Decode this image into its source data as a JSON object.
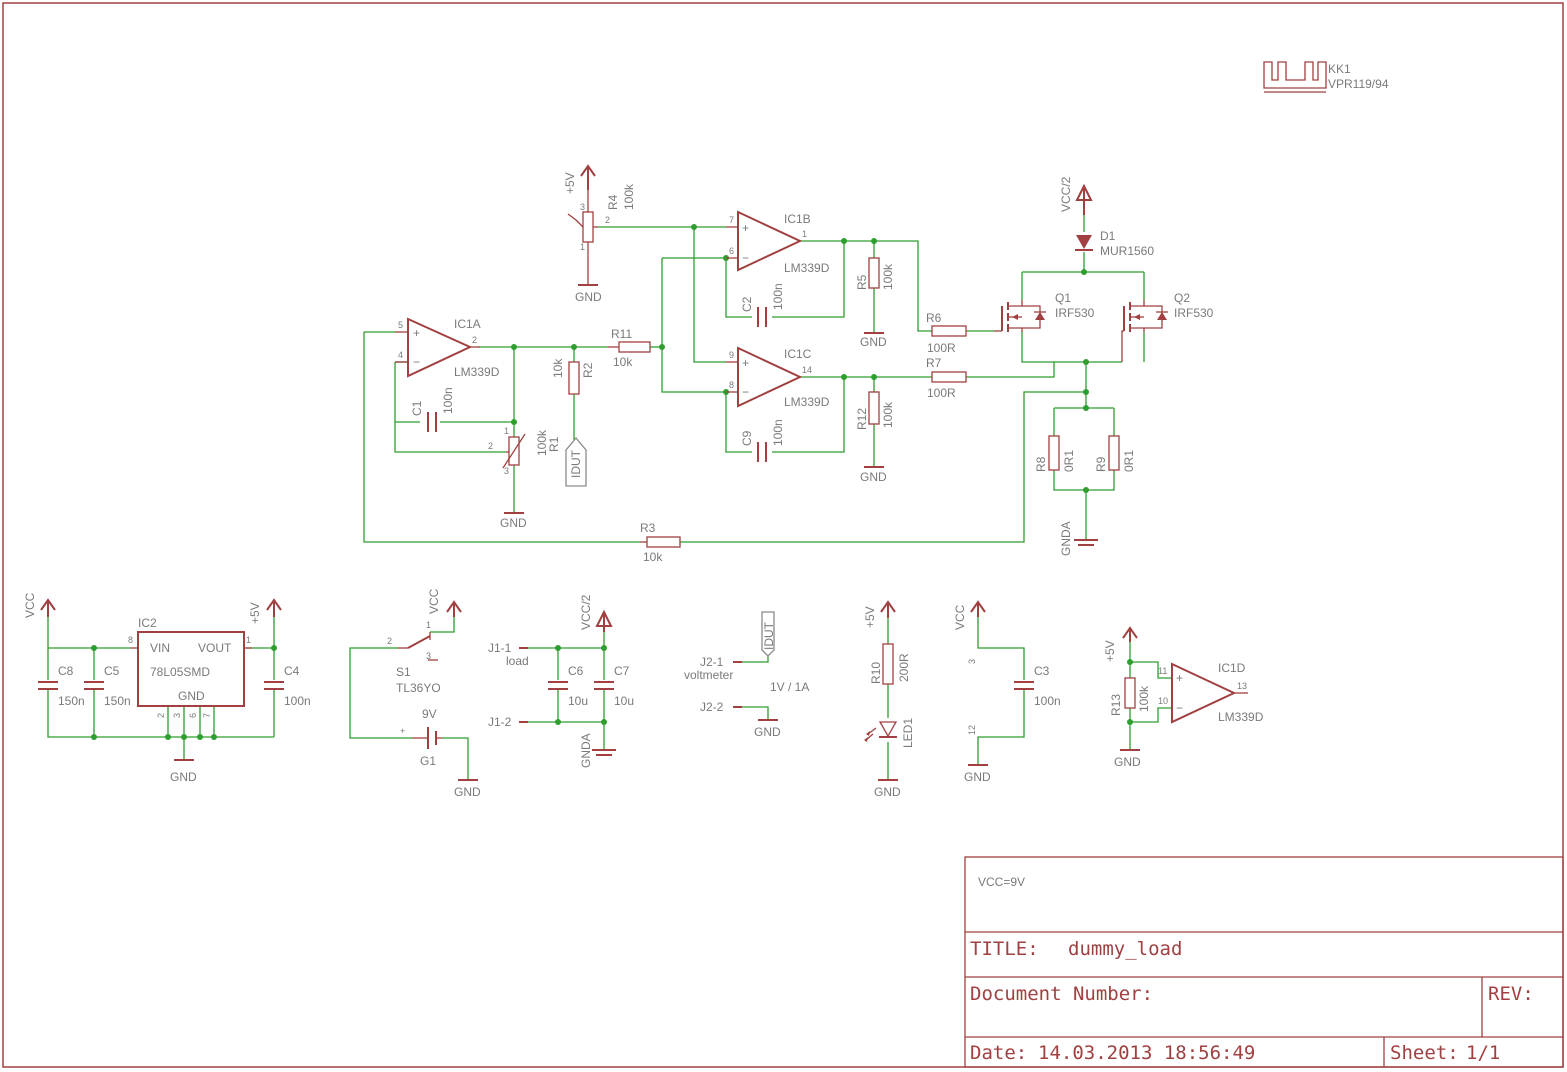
{
  "heatsink": {
    "ref": "KK1",
    "value": "VPR119/94"
  },
  "opamps": {
    "ic1a": {
      "ref": "IC1A",
      "value": "LM339D",
      "pins": [
        "5",
        "4",
        "2"
      ]
    },
    "ic1b": {
      "ref": "IC1B",
      "value": "LM339D",
      "pins": [
        "7",
        "6",
        "1"
      ]
    },
    "ic1c": {
      "ref": "IC1C",
      "value": "LM339D",
      "pins": [
        "9",
        "8",
        "14"
      ]
    },
    "ic1d": {
      "ref": "IC1D",
      "value": "LM339D",
      "pins": [
        "11",
        "10",
        "13"
      ]
    }
  },
  "resistors": {
    "r2": {
      "ref": "R2",
      "value": "10k"
    },
    "r3": {
      "ref": "R3",
      "value": "10k"
    },
    "r5": {
      "ref": "R5",
      "value": "100k"
    },
    "r6": {
      "ref": "R6",
      "value": "100R"
    },
    "r7": {
      "ref": "R7",
      "value": "100R"
    },
    "r8": {
      "ref": "R8",
      "value": "0R1"
    },
    "r9": {
      "ref": "R9",
      "value": "0R1"
    },
    "r10": {
      "ref": "R10",
      "value": "200R"
    },
    "r11": {
      "ref": "R11",
      "value": "10k"
    },
    "r12": {
      "ref": "R12",
      "value": "100k"
    },
    "r13": {
      "ref": "R13",
      "value": "100k"
    }
  },
  "pots": {
    "r1": {
      "ref": "R1",
      "value": "100k",
      "pins": [
        "1",
        "2",
        "3"
      ]
    },
    "r4": {
      "ref": "R4",
      "value": "100k",
      "pins": [
        "3",
        "2",
        "1"
      ]
    }
  },
  "capacitors": {
    "c1": {
      "ref": "C1",
      "value": "100n"
    },
    "c2": {
      "ref": "C2",
      "value": "100n"
    },
    "c3": {
      "ref": "C3",
      "value": "100n"
    },
    "c4": {
      "ref": "C4",
      "value": "100n"
    },
    "c5": {
      "ref": "C5",
      "value": "150n"
    },
    "c6": {
      "ref": "C6",
      "value": "10u"
    },
    "c7": {
      "ref": "C7",
      "value": "10u"
    },
    "c8": {
      "ref": "C8",
      "value": "150n"
    },
    "c9": {
      "ref": "C9",
      "value": "100n"
    }
  },
  "diode": {
    "ref": "D1",
    "value": "MUR1560"
  },
  "mosfets": {
    "q1": {
      "ref": "Q1",
      "value": "IRF530"
    },
    "q2": {
      "ref": "Q2",
      "value": "IRF530"
    }
  },
  "regulator": {
    "ref": "IC2",
    "value": "78L05SMD",
    "vin": "VIN",
    "vout": "VOUT",
    "gnd": "GND",
    "pins": [
      "8",
      "1",
      "2",
      "3",
      "6",
      "7"
    ]
  },
  "switch": {
    "ref": "S1",
    "value": "TL36YO",
    "pins": [
      "1",
      "2",
      "3"
    ]
  },
  "battery": {
    "ref": "G1",
    "value": "9V"
  },
  "led": {
    "ref": "LED1"
  },
  "connectors": {
    "j1_1": "J1-1",
    "j1_2": "J1-2",
    "load": "load",
    "j2_1": "J2-1",
    "j2_2": "J2-2",
    "voltmeter": "voltmeter",
    "scale": "1V / 1A"
  },
  "ic1_power_pins": [
    "3",
    "12"
  ],
  "nets": {
    "gnd": "GND",
    "gnda": "GNDA",
    "vcc": "VCC",
    "vcc2": "VCC/2",
    "p5v": "+5V",
    "idut": "IDUT"
  },
  "title_block": {
    "note": "VCC=9V",
    "title_label": "TITLE:",
    "title": "dummy_load",
    "docnum_label": "Document Number:",
    "rev_label": "REV:",
    "date_label": "Date:",
    "date": "14.03.2013 18:56:49",
    "sheet_label": "Sheet:",
    "sheet": "1/1"
  }
}
